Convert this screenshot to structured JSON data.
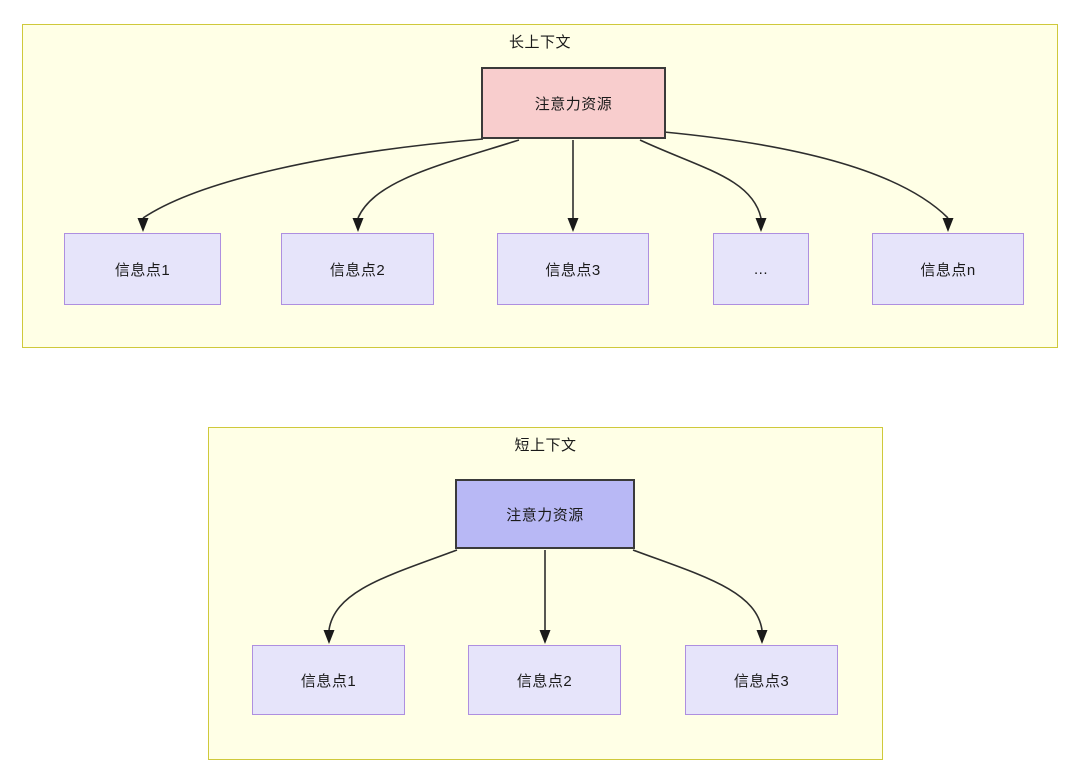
{
  "diagram": {
    "title_long": "长上下文",
    "title_short": "短上下文",
    "colors": {
      "group_fill": "#FFFFE6",
      "group_border": "#CFC93B",
      "attention_long_fill": "#F8CDCD",
      "attention_short_fill": "#B8B8F5",
      "info_fill": "#E6E4FA",
      "info_border": "#AE8FE0",
      "edge_stroke": "#2E2E2E",
      "node_border_dark": "#3A3A3A"
    },
    "long_context": {
      "attention_label": "注意力资源",
      "info_points": [
        {
          "label": "信息点1"
        },
        {
          "label": "信息点2"
        },
        {
          "label": "信息点3"
        },
        {
          "label": "..."
        },
        {
          "label": "信息点n"
        }
      ]
    },
    "short_context": {
      "attention_label": "注意力资源",
      "info_points": [
        {
          "label": "信息点1"
        },
        {
          "label": "信息点2"
        },
        {
          "label": "信息点3"
        }
      ]
    }
  }
}
